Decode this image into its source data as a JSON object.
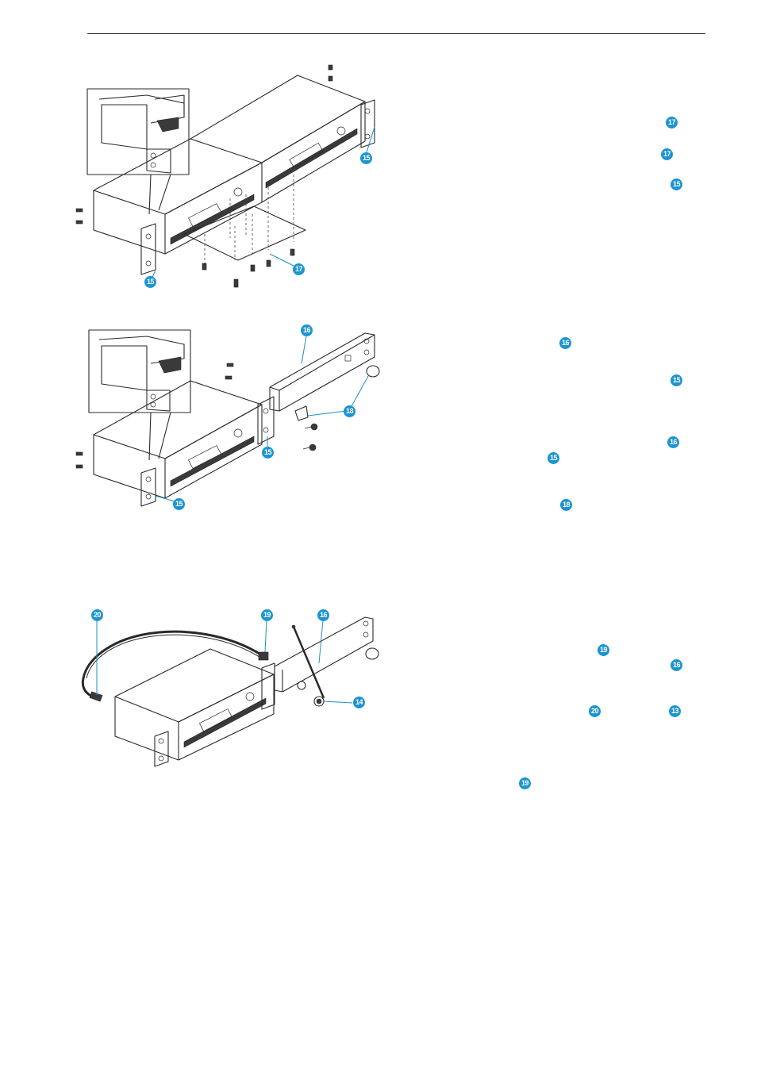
{
  "callouts": {
    "c15": "15",
    "c16": "16",
    "c17": "17",
    "c18": "18",
    "c19": "19",
    "c20": "20",
    "c14": "14",
    "c13": "13"
  },
  "colors": {
    "callout": "#1d94cf",
    "line": "#2a2a2a",
    "rule": "#222222"
  }
}
